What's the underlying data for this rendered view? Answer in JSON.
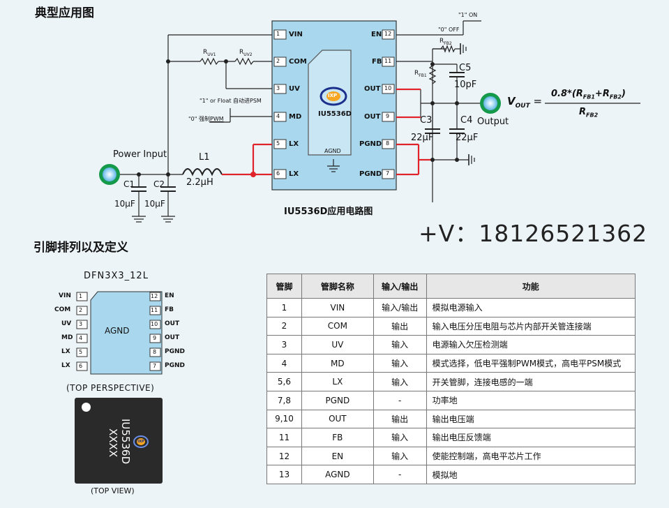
{
  "headings": {
    "typical_app": "典型应用图",
    "pin_def": "引脚排列以及定义"
  },
  "phone": "+V：18126521362",
  "schematic": {
    "chip_name": "IU5536D",
    "logo_text": "IXP",
    "agnd": "AGND",
    "caption": "IU5536D应用电路图",
    "left_pins": [
      {
        "num": "1",
        "name": "VIN"
      },
      {
        "num": "2",
        "name": "COM"
      },
      {
        "num": "3",
        "name": "UV"
      },
      {
        "num": "4",
        "name": "MD"
      },
      {
        "num": "5",
        "name": "LX"
      },
      {
        "num": "6",
        "name": "LX"
      }
    ],
    "right_pins": [
      {
        "num": "12",
        "name": "EN"
      },
      {
        "num": "11",
        "name": "FB"
      },
      {
        "num": "10",
        "name": "OUT"
      },
      {
        "num": "9",
        "name": "OUT"
      },
      {
        "num": "8",
        "name": "PGND"
      },
      {
        "num": "7",
        "name": "PGND"
      }
    ],
    "power_input": "Power Input",
    "output": "Output",
    "L1": "L1",
    "L1_val": "2.2μH",
    "C1": "C1",
    "C1_val": "10μF",
    "C2": "C2",
    "C2_val": "10μF",
    "C3": "C3",
    "C3_val": "22μF",
    "C4": "C4",
    "C4_val": "22μF",
    "C5": "C5",
    "C5_val": "10pF",
    "ruv1": "R",
    "ruv1_sub": "UV1",
    "ruv2": "R",
    "ruv2_sub": "UV2",
    "rfb1": "R",
    "rfb1_sub": "FB1",
    "rfb2": "R",
    "rfb2_sub": "FB2",
    "on_label": "\"1\" ON",
    "off_label": "\"0\" OFF",
    "md_psm": "\"1\" or Float 自动进PSM",
    "md_pwm_pre": "\"0\" 强制",
    "md_pwm": "PWM",
    "vout_v": "V",
    "vout_sub": "OUT",
    "vout_eq": " =",
    "formula_num_pre": "0.8*(R",
    "formula_fb1": "FB1",
    "formula_plus": "+R",
    "formula_fb2": "FB2",
    "formula_close": ")",
    "formula_den": "R",
    "formula_den_sub": "FB2"
  },
  "package": {
    "title": "DFN3X3_12L",
    "agnd": "AGND",
    "left_pins": [
      {
        "num": "1",
        "name": "VIN"
      },
      {
        "num": "2",
        "name": "COM"
      },
      {
        "num": "3",
        "name": "UV"
      },
      {
        "num": "4",
        "name": "MD"
      },
      {
        "num": "5",
        "name": "LX"
      },
      {
        "num": "6",
        "name": "LX"
      }
    ],
    "right_pins": [
      {
        "num": "12",
        "name": "EN"
      },
      {
        "num": "11",
        "name": "FB"
      },
      {
        "num": "10",
        "name": "OUT"
      },
      {
        "num": "9",
        "name": "OUT"
      },
      {
        "num": "8",
        "name": "PGND"
      },
      {
        "num": "7",
        "name": "PGND"
      }
    ],
    "top_perspective": "(TOP PERSPECTIVE)",
    "top_view": "(TOP VIEW)",
    "chip_marking": "IU5536D",
    "chip_marking2": "XXXX",
    "logo_text": "IXP"
  },
  "table": {
    "headers": [
      "管脚",
      "管脚名称",
      "输入/输出",
      "功能"
    ],
    "rows": [
      [
        "1",
        "VIN",
        "输入/输出",
        "模拟电源输入"
      ],
      [
        "2",
        "COM",
        "输出",
        "输入电压分压电阻与芯片内部开关管连接端"
      ],
      [
        "3",
        "UV",
        "输入",
        "电源输入欠压检测端"
      ],
      [
        "4",
        "MD",
        "输入",
        "模式选择，低电平强制PWM模式，高电平PSM模式"
      ],
      [
        "5,6",
        "LX",
        "输入",
        "开关管脚，连接电感的一端"
      ],
      [
        "7,8",
        "PGND",
        "-",
        "功率地"
      ],
      [
        "9,10",
        "OUT",
        "输出",
        "输出电压端"
      ],
      [
        "11",
        "FB",
        "输入",
        "输出电压反馈端"
      ],
      [
        "12",
        "EN",
        "输入",
        "使能控制端，高电平芯片工作"
      ],
      [
        "13",
        "AGND",
        "-",
        "模拟地"
      ]
    ]
  },
  "colors": {
    "red_wire": "#e0222a",
    "chip_fill": "#a9d8ee",
    "terminal_green": "#149a4a",
    "terminal_blue": "#9ed6f4",
    "logo_blue": "#1b2f8c"
  }
}
